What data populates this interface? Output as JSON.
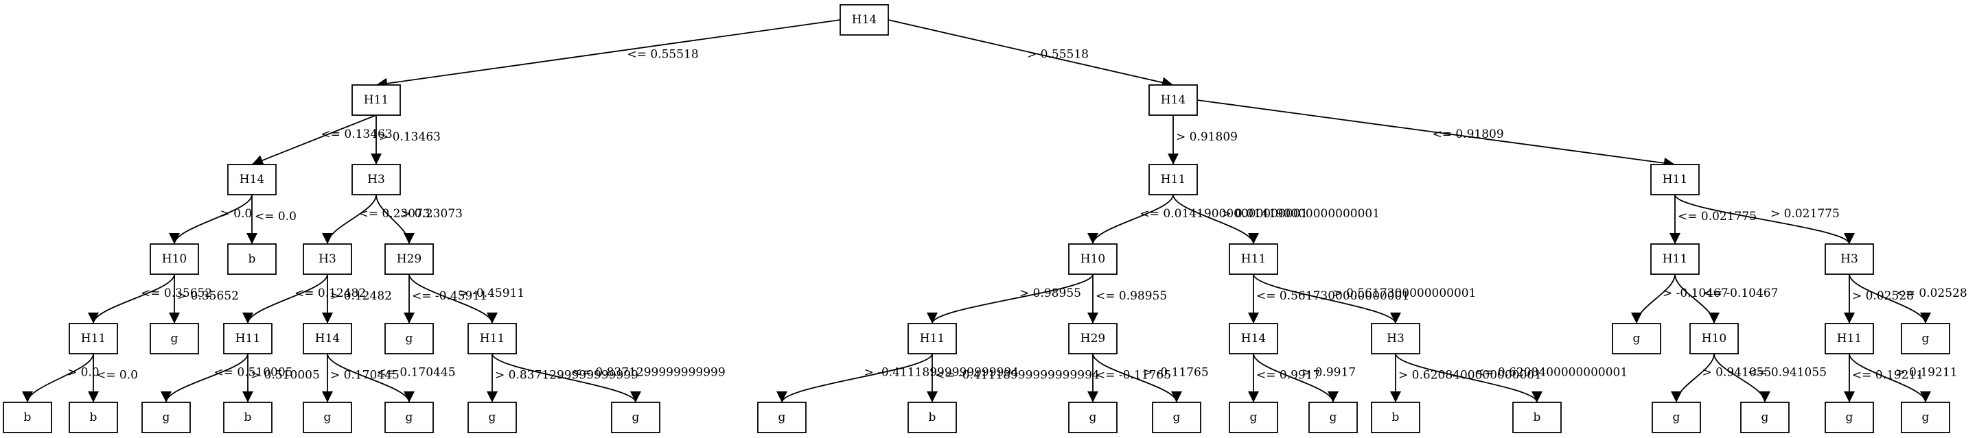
{
  "nodes": [
    {
      "id": "n0",
      "label": "H14"
    },
    {
      "id": "n1",
      "label": "H11"
    },
    {
      "id": "n2",
      "label": "H14"
    },
    {
      "id": "n3",
      "label": "H14"
    },
    {
      "id": "n4",
      "label": "H3"
    },
    {
      "id": "n5",
      "label": "H10"
    },
    {
      "id": "n6",
      "label": "b"
    },
    {
      "id": "n7",
      "label": "H11"
    },
    {
      "id": "n8",
      "label": "g"
    },
    {
      "id": "n9",
      "label": "b"
    },
    {
      "id": "n10",
      "label": "b"
    },
    {
      "id": "n11",
      "label": "H3"
    },
    {
      "id": "n12",
      "label": "H29"
    },
    {
      "id": "n13",
      "label": "H11"
    },
    {
      "id": "n14",
      "label": "H14"
    },
    {
      "id": "n15",
      "label": "g"
    },
    {
      "id": "n16",
      "label": "b"
    },
    {
      "id": "n17",
      "label": "g"
    },
    {
      "id": "n18",
      "label": "g"
    },
    {
      "id": "n19",
      "label": "g"
    },
    {
      "id": "n20",
      "label": "H11"
    },
    {
      "id": "n21",
      "label": "g"
    },
    {
      "id": "n22",
      "label": "g"
    },
    {
      "id": "n23",
      "label": "H11"
    },
    {
      "id": "n24",
      "label": "H11"
    },
    {
      "id": "n25",
      "label": "H10"
    },
    {
      "id": "n26",
      "label": "H11"
    },
    {
      "id": "n27",
      "label": "H11"
    },
    {
      "id": "n28",
      "label": "H29"
    },
    {
      "id": "n29",
      "label": "g"
    },
    {
      "id": "n30",
      "label": "b"
    },
    {
      "id": "n31",
      "label": "g"
    },
    {
      "id": "n32",
      "label": "g"
    },
    {
      "id": "n33",
      "label": "H14"
    },
    {
      "id": "n34",
      "label": "H3"
    },
    {
      "id": "n35",
      "label": "g"
    },
    {
      "id": "n36",
      "label": "g"
    },
    {
      "id": "n37",
      "label": "b"
    },
    {
      "id": "n38",
      "label": "b"
    },
    {
      "id": "n39",
      "label": "H11"
    },
    {
      "id": "n40",
      "label": "H3"
    },
    {
      "id": "n41",
      "label": "g"
    },
    {
      "id": "n42",
      "label": "H10"
    },
    {
      "id": "n43",
      "label": "g"
    },
    {
      "id": "n44",
      "label": "g"
    },
    {
      "id": "n45",
      "label": "H11"
    },
    {
      "id": "n46",
      "label": "g"
    },
    {
      "id": "n47",
      "label": "g"
    },
    {
      "id": "n48",
      "label": "g"
    }
  ],
  "edges": [
    {
      "from": "n0",
      "to": "n1",
      "label": "<= 0.55518"
    },
    {
      "from": "n0",
      "to": "n2",
      "label": "> 0.55518"
    },
    {
      "from": "n1",
      "to": "n3",
      "label": "<= 0.13463"
    },
    {
      "from": "n1",
      "to": "n4",
      "label": "> 0.13463"
    },
    {
      "from": "n3",
      "to": "n5",
      "label": "> 0.0"
    },
    {
      "from": "n3",
      "to": "n6",
      "label": "<= 0.0"
    },
    {
      "from": "n5",
      "to": "n7",
      "label": "<= 0.35652"
    },
    {
      "from": "n5",
      "to": "n8",
      "label": "> 0.35652"
    },
    {
      "from": "n7",
      "to": "n9",
      "label": "> 0.0"
    },
    {
      "from": "n7",
      "to": "n10",
      "label": "<= 0.0"
    },
    {
      "from": "n4",
      "to": "n11",
      "label": "<= 0.23073"
    },
    {
      "from": "n4",
      "to": "n12",
      "label": "> 0.23073"
    },
    {
      "from": "n11",
      "to": "n13",
      "label": "<= 0.12482"
    },
    {
      "from": "n11",
      "to": "n14",
      "label": "> 0.12482"
    },
    {
      "from": "n13",
      "to": "n15",
      "label": "<= 0.510005"
    },
    {
      "from": "n13",
      "to": "n16",
      "label": "> 0.510005"
    },
    {
      "from": "n14",
      "to": "n17",
      "label": "> 0.170445"
    },
    {
      "from": "n14",
      "to": "n18",
      "label": "<= 0.170445"
    },
    {
      "from": "n12",
      "to": "n19",
      "label": "<= -0.45911"
    },
    {
      "from": "n12",
      "to": "n20",
      "label": "> -0.45911"
    },
    {
      "from": "n20",
      "to": "n21",
      "label": "> 0.8371299999999999"
    },
    {
      "from": "n20",
      "to": "n22",
      "label": "<= 0.8371299999999999"
    },
    {
      "from": "n2",
      "to": "n23",
      "label": "> 0.91809"
    },
    {
      "from": "n2",
      "to": "n24",
      "label": "<= 0.91809"
    },
    {
      "from": "n23",
      "to": "n25",
      "label": "<= 0.014190000000000001"
    },
    {
      "from": "n23",
      "to": "n26",
      "label": "> 0.014190000000000001"
    },
    {
      "from": "n25",
      "to": "n27",
      "label": "> 0.98955"
    },
    {
      "from": "n25",
      "to": "n28",
      "label": "<= 0.98955"
    },
    {
      "from": "n27",
      "to": "n29",
      "label": "> -0.41118999999999994"
    },
    {
      "from": "n27",
      "to": "n30",
      "label": "<= -0.41118999999999994"
    },
    {
      "from": "n28",
      "to": "n31",
      "label": "<= -0.11765"
    },
    {
      "from": "n28",
      "to": "n32",
      "label": "> -0.11765"
    },
    {
      "from": "n26",
      "to": "n33",
      "label": "<= 0.5617300000000001"
    },
    {
      "from": "n26",
      "to": "n34",
      "label": "> 0.5617300000000001"
    },
    {
      "from": "n33",
      "to": "n35",
      "label": "<= 0.9917"
    },
    {
      "from": "n33",
      "to": "n36",
      "label": "> 0.9917"
    },
    {
      "from": "n34",
      "to": "n37",
      "label": "> 0.6208400000000001"
    },
    {
      "from": "n34",
      "to": "n38",
      "label": "<= 0.6208400000000001"
    },
    {
      "from": "n24",
      "to": "n39",
      "label": "<= 0.021775"
    },
    {
      "from": "n24",
      "to": "n40",
      "label": "> 0.021775"
    },
    {
      "from": "n39",
      "to": "n41",
      "label": "> -0.10467"
    },
    {
      "from": "n39",
      "to": "n42",
      "label": "<= -0.10467"
    },
    {
      "from": "n42",
      "to": "n43",
      "label": "> 0.941055"
    },
    {
      "from": "n42",
      "to": "n44",
      "label": "<= 0.941055"
    },
    {
      "from": "n40",
      "to": "n45",
      "label": "> 0.02528"
    },
    {
      "from": "n40",
      "to": "n46",
      "label": "<= 0.02528"
    },
    {
      "from": "n45",
      "to": "n47",
      "label": "<= 0.19211"
    },
    {
      "from": "n45",
      "to": "n48",
      "label": "> 0.19211"
    }
  ]
}
